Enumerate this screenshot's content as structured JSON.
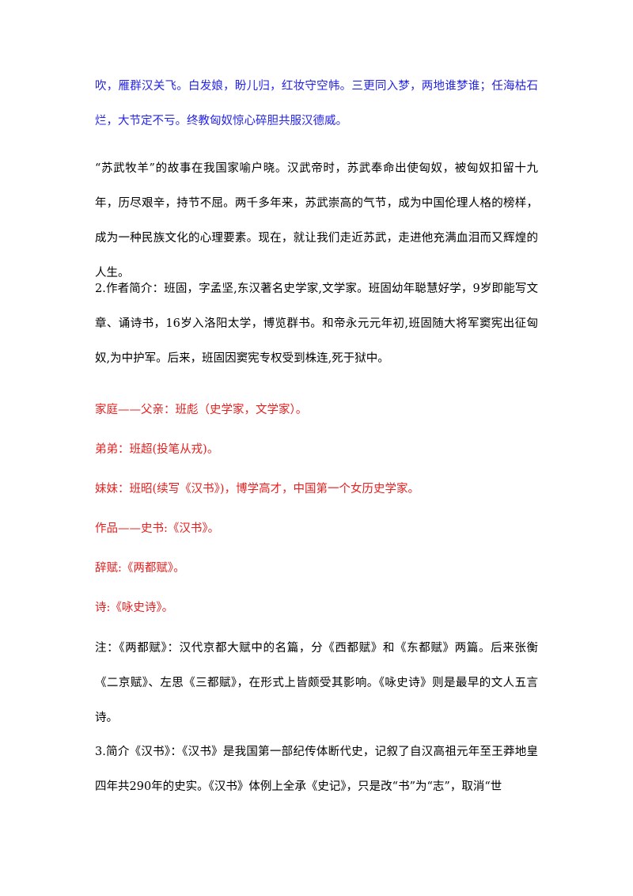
{
  "document": {
    "poem": "吹，雁群汉关飞。白发娘，盼儿归，红妆守空帏。三更同入梦，两地谁梦谁；任海枯石烂，大节定不亏。终教匈奴惊心碎胆共服汉德威。",
    "intro": "“苏武牧羊”的故事在我国家喻户晓。汉武帝时，苏武奉命出使匈奴，被匈奴扣留十九年，历尽艰辛，持节不屈。两千多年来，苏武崇高的气节，成为中国伦理人格的榜样，成为一种民族文化的心理要素。现在，就让我们走近苏武，走进他充满血泪而又辉煌的人生。",
    "author_intro": "2.作者简介：班固，字孟坚,东汉著名史学家,文学家。班固幼年聪慧好学，9岁即能写文章、诵诗书，16岁入洛阳太学，博览群书。和帝永元元年初,班固随大将军窦宪出征匈奴,为中护军。后来，班固因窦宪专权受到株连,死于狱中。",
    "family_father": "家庭——父亲：班彪（史学家，文学家）。",
    "family_brother": "弟弟：班超(投笔从戎)。",
    "family_sister": "妹妹：班昭(续写《汉书》)，博学高才，中国第一个女历史学家。",
    "works_history": "作品——史书:《汉书》。",
    "works_fu": "辞赋:《两都赋》。",
    "works_poem": "诗:《咏史诗》。",
    "note": "注：《两都赋》：汉代京都大赋中的名篇，分《西都赋》和《东都赋》两篇。后来张衡《二京赋》、左思《三都赋》，在形式上皆颇受其影响。《咏史诗》则是最早的文人五言诗。",
    "hanshu_intro": "3.简介《汉书》：《汉书》是我国第一部纪传体断代史，记叙了自汉高祖元年至王莽地皇四年共290年的史实。《汉书》体例上全承《史记》，只是改“书”为“志”，取消“世"
  },
  "colors": {
    "poem_text": "#2424e6",
    "highlight_text": "#e61e1e",
    "body_text": "#000000"
  }
}
